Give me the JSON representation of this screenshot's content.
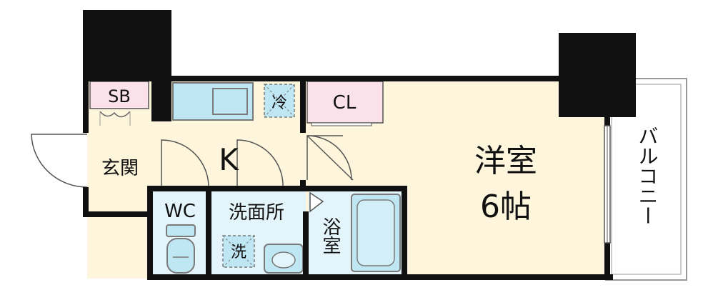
{
  "floorplan": {
    "rooms": {
      "western_room": {
        "name": "洋室",
        "size": "6帖"
      },
      "kitchen": {
        "name": "K"
      },
      "entrance": {
        "name": "玄関"
      },
      "washroom": {
        "name": "洗面所"
      },
      "bath": {
        "name": "浴室"
      },
      "toilet": {
        "name": "WC"
      },
      "balcony": {
        "name": "バルコニー"
      },
      "shoe_box": {
        "name": "SB"
      },
      "closet": {
        "name": "CL"
      }
    },
    "fixtures": {
      "fridge": "冷",
      "washer": "洗"
    },
    "colors": {
      "floor_room": "#fdf6dc",
      "floor_wet": "#e3f4fa",
      "storage": "#fbe2ea",
      "fixture": "#bfe6f3",
      "wall": "#111111",
      "fixture_line": "#7a7a7a"
    }
  }
}
